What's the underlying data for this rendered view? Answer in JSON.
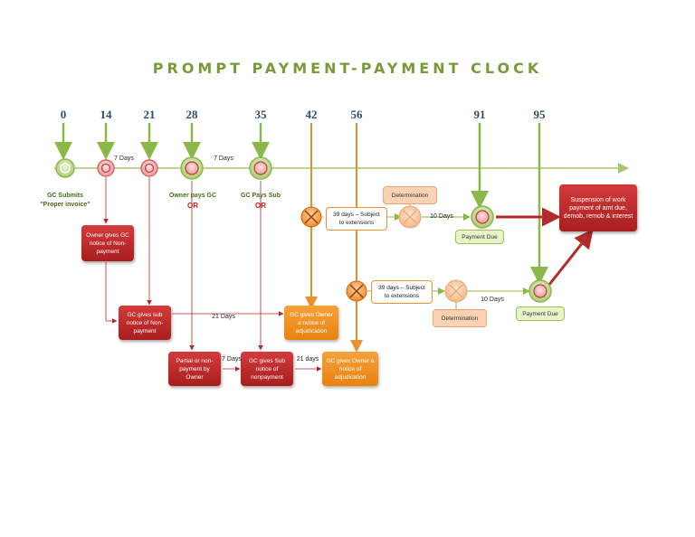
{
  "title": "PROMPT PAYMENT-PAYMENT CLOCK",
  "days": [
    "0",
    "14",
    "21",
    "28",
    "35",
    "42",
    "56",
    "91",
    "95"
  ],
  "timeline_labels": {
    "seven_days_a": "7 Days",
    "seven_days_b": "7 Days"
  },
  "milestones": {
    "gc_submits_1": "GC Submits",
    "gc_submits_2": "\"Proper invoice\"",
    "owner_pays_gc": "Owner pays GC",
    "gc_pays_sub": "GC Pays Sub",
    "or_1": "OR",
    "or_2": "OR"
  },
  "boxes": {
    "owner_gives_notice": "Owner gives GC notice of Non-payment",
    "gc_gives_sub_notice": "GC gives sub notice of Non-payment",
    "gc_gives_owner_notice_1": "GC gives Owner a notice of adjudication",
    "partial_non_payment": "Partial or non-payment by Owner",
    "gc_gives_sub_notice_nonpayment": "GC gives Sub notice of nonpayment",
    "gc_gives_owner_notice_2": "GC gives Owner a notice of adjudication",
    "determination_1": "Determination",
    "determination_2": "Determination",
    "subject_ext_1": "39 days – Subject to extensions",
    "subject_ext_2": "39 days – Subject to extensions",
    "payment_due_1": "Payment Due",
    "payment_due_2": "Payment Due",
    "suspension": "Suspension of work payment of amt due, demob, remob & interest"
  },
  "link_labels": {
    "twenty_one_days_a": "21 Days",
    "seven_days_c": "7 Days",
    "twenty_one_days_b": "21 days",
    "ten_days_a": "10 Days",
    "ten_days_b": "10 Days"
  },
  "colors": {
    "title": "#7a9a3a",
    "timeline": "#a6c86a",
    "red": "#b22a2a",
    "orange": "#e8902a",
    "green_arrow": "#8cb84a"
  }
}
